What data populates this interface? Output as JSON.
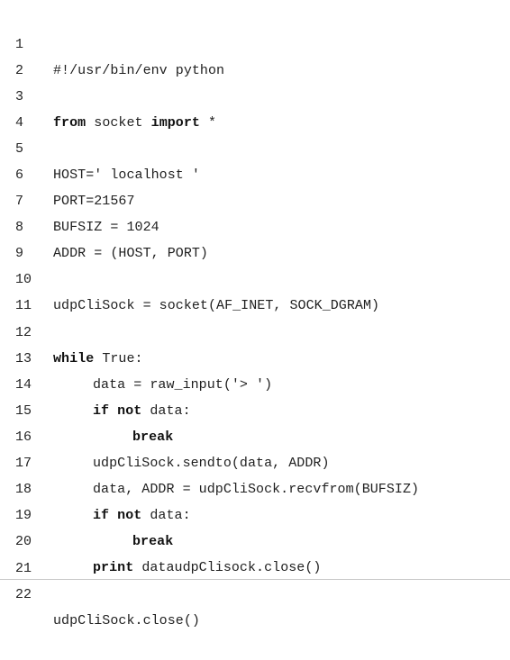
{
  "code": {
    "lines": [
      {
        "number": "1",
        "text": "#!/usr/bin/env python"
      },
      {
        "number": "2",
        "text": ""
      },
      {
        "number": "3",
        "keyword_1": "from",
        "plain_1": " socket ",
        "keyword_2": "import",
        "plain_2": " *"
      },
      {
        "number": "4",
        "text": ""
      },
      {
        "number": "5",
        "text": "HOST=' localhost '"
      },
      {
        "number": "6",
        "text": "PORT=21567"
      },
      {
        "number": "7",
        "text": "BUFSIZ = 1024"
      },
      {
        "number": "8",
        "text": "ADDR = (HOST, PORT)"
      },
      {
        "number": "9",
        "text": ""
      },
      {
        "number": "10",
        "text": "udpCliSock = socket(AF_INET, SOCK_DGRAM)"
      },
      {
        "number": "11",
        "text": ""
      },
      {
        "number": "12",
        "keyword": "while",
        "plain": " True:"
      },
      {
        "number": "13",
        "text": "data = raw_input('> ')"
      },
      {
        "number": "14",
        "keyword": "if not",
        "plain": " data:"
      },
      {
        "number": "15",
        "keyword": "break"
      },
      {
        "number": "16",
        "text": "udpCliSock.sendto(data, ADDR)"
      },
      {
        "number": "17",
        "text": "data, ADDR = udpCliSock.recvfrom(BUFSIZ)"
      },
      {
        "number": "18",
        "keyword": "if not",
        "plain": " data:"
      },
      {
        "number": "19",
        "keyword": "break"
      },
      {
        "number": "20",
        "keyword": "print",
        "plain": " dataudpClisock.close()"
      },
      {
        "number": "21",
        "text": ""
      },
      {
        "number": "22",
        "text": "udpCliSock.close()"
      }
    ]
  }
}
